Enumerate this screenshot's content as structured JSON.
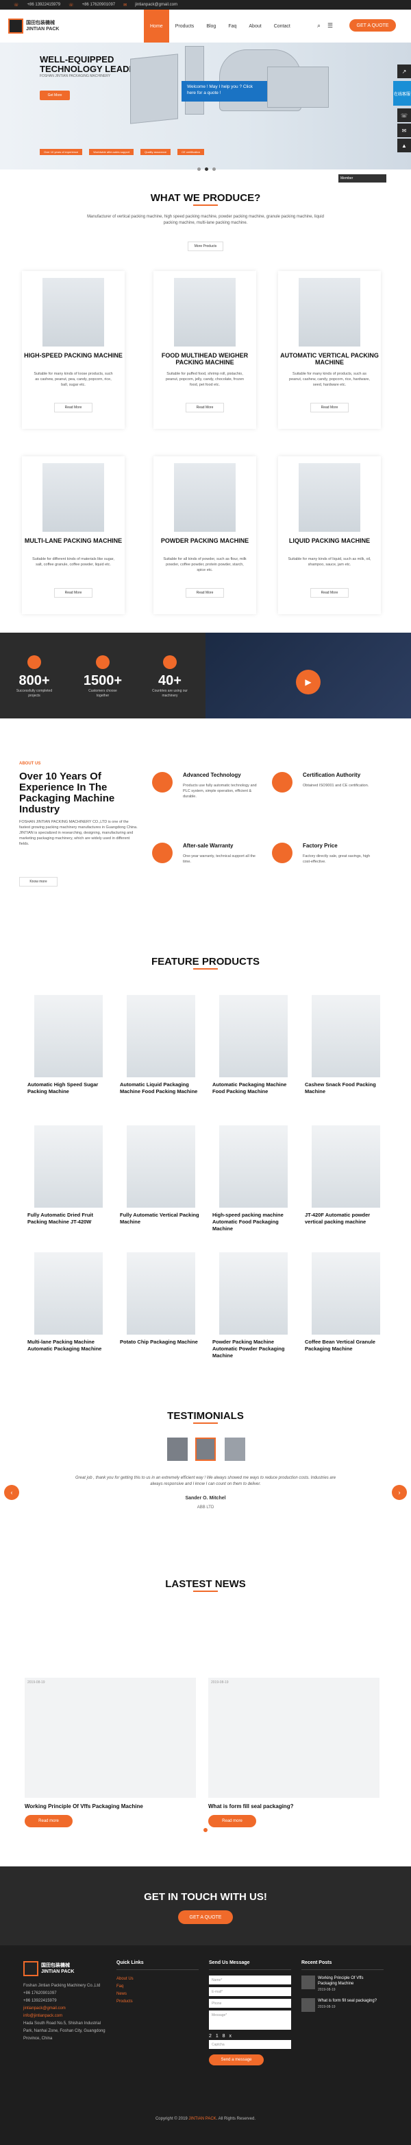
{
  "topbar": {
    "phone1": "+86 13922415979",
    "phone2": "+86 17620901097",
    "email": "jintianpack@gmail.com"
  },
  "header": {
    "logo_cn": "国田包装機械",
    "logo_en": "JINTIAN PACK",
    "quote": "GET A QUOTE",
    "nav": [
      {
        "label": "Home"
      },
      {
        "label": "Products"
      },
      {
        "label": "Blog"
      },
      {
        "label": "Faq"
      },
      {
        "label": "About"
      },
      {
        "label": "Contact"
      }
    ]
  },
  "hero": {
    "title": "WELL-EQUIPPED TECHNOLOGY LEADER",
    "sub": "FOSHAN JINTIAN PACKAGING MACHINERY",
    "button": "Get More",
    "strip": [
      "Over 10 years of experience",
      "Worldwide after-sales support",
      "Quality assurance",
      "CE certification"
    ]
  },
  "chat": {
    "text": "Welcome ! May I help you ? Click here for a quote !"
  },
  "online": {
    "label": "在线客服"
  },
  "sideTab": {
    "label": "Member"
  },
  "produce": {
    "title": "WHAT WE PRODUCE?",
    "intro": "Manufacturer of vertical packing machine, high speed packing machine, powder packing machine, granule packing machine, liquid packing machine, multi-lane packing machine.",
    "more": "More Products",
    "cards": [
      {
        "title": "HIGH-SPEED PACKING MACHINE",
        "desc": "Suitable for many kinds of loose products, such as cashew, peanut, pea, candy, popcorn, rice, ball, sugar etc.",
        "more": "Read More"
      },
      {
        "title": "FOOD MULTIHEAD WEIGHER PACKING MACHINE",
        "desc": "Suitable for puffed food, shrimp roll, pistachio, peanut, popcorn, jelly, candy, chocolate, frozen food, pet food etc.",
        "more": "Read More"
      },
      {
        "title": "AUTOMATIC VERTICAL PACKING MACHINE",
        "desc": "Suitable for many kinds of products, such as peanut, cashew, candy, popcorn, rice, hardware, seed, hardware etc.",
        "more": "Read More"
      },
      {
        "title": "MULTI-LANE PACKING MACHINE",
        "desc": "Suitable for different kinds of materials like sugar, salt, coffee granule, coffee powder, liquid etc.",
        "more": "Read More"
      },
      {
        "title": "POWDER PACKING MACHINE",
        "desc": "Suitable for all kinds of powder, such as flour, milk powder, coffee powder, protein powder, starch, spice etc.",
        "more": "Read More"
      },
      {
        "title": "LIQUID PACKING MACHINE",
        "desc": "Suitable for many kinds of liquid, such as milk, oil, shampoo, sauce, jam etc.",
        "more": "Read More"
      }
    ]
  },
  "stats": [
    {
      "num": "800+",
      "label": "Successfully completed projects"
    },
    {
      "num": "1500+",
      "label": "Customers choose together"
    },
    {
      "num": "40+",
      "label": "Countries are using our machinery"
    }
  ],
  "about": {
    "tag": "ABOUT US",
    "title": "Over 10 Years Of Experience In The Packaging Machine Industry",
    "text": "FOSHAN JINTIAN PACKING MACHINERY CO.,LTD is one of the fastest growing packing machinery manufactures in Guangdong China. JINTIAN is specialized in researching, designing, manufacturing and marketing packaging machinery, which are widely used in different fields.",
    "more": "Know more",
    "features": [
      {
        "title": "Advanced Technology",
        "desc": "Products use fully automatic technology and PLC system, simple operation, efficient & durable."
      },
      {
        "title": "Certification Authority",
        "desc": "Obtained ISO9001 and CE certification."
      },
      {
        "title": "After-sale Warranty",
        "desc": "One-year warranty, technical support all the time."
      },
      {
        "title": "Factory Price",
        "desc": "Factory directly sale, great savings, high cost-effective."
      }
    ]
  },
  "featured": {
    "title": "FEATURE PRODUCTS",
    "items": [
      "Automatic High Speed Sugar Packing Machine",
      "Automatic Liquid Packaging Machine Food Packing Machine",
      "Automatic Packaging Machine Food Packing Machine",
      "Cashew Snack Food Packing Machine",
      "Fully Automatic Dried Fruit Packing Machine JT-420W",
      "Fully Automatic Vertical Packing Machine",
      "High-speed packing machine Automatic Food Packaging Machine",
      "JT-420F Automatic powder vertical packing machine",
      "Multi-lane Packing Machine Automatic Packaging Machine",
      "Potato Chip Packaging Machine",
      "Powder Packing Machine Automatic Powder Packaging Machine",
      "Coffee Bean Vertical Granule Packaging Machine"
    ]
  },
  "testimonials": {
    "title": "TESTIMONIALS",
    "quote": "Great job , thank you for getting this to us in an extremely efficient way ! We always showed me ways to reduce production costs. Industries are always responsive and I know I can count on them to deliver.",
    "name": "Sander O. Mitchel",
    "role": "ABB LTD"
  },
  "news": {
    "title": "LASTEST NEWS",
    "items": [
      {
        "date": "2019-08-19",
        "title": "Working Principle Of Vffs Packaging Machine",
        "btn": "Read more"
      },
      {
        "date": "2019-08-19",
        "title": "What is form fill seal packaging?",
        "btn": "Read more"
      }
    ]
  },
  "cta": {
    "title": "GET IN TOUCH WITH US!",
    "button": "GET A QUOTE"
  },
  "footer": {
    "company": "Foshan Jintian Packing Machinery Co.,Ltd",
    "phone1": "+86 17620901097",
    "phone2": "+86 13922415979",
    "email1": "jintianpack@gmail.com",
    "email2": "info@jintianpack.com",
    "address": "Hada South Road No.5, Shishan Industrial Park, Nanhai Zone, Foshan City, Guangdong Province, China",
    "links_title": "Quick Links",
    "links": [
      "About Us",
      "Faq",
      "News",
      "Products"
    ],
    "msg_title": "Send Us Message",
    "placeholders": [
      "Name*",
      "E-mail*",
      "Phone",
      "Message*",
      "Captcha"
    ],
    "captcha": "2 1 8 x",
    "send": "Send a message",
    "posts_title": "Recent Posts",
    "posts": [
      {
        "t": "Working Principle Of Vffs Packaging Machine",
        "d": "2019-08-19"
      },
      {
        "t": "What is form fill seal packaging?",
        "d": "2019-08-19"
      }
    ],
    "copyright_a": "Copyright © 2019",
    "copyright_b": "JINTIAN PACK",
    "copyright_c": ". All Rights Reserved."
  },
  "colors": {
    "accent": "#f06a2a",
    "dark": "#2a2a2a"
  }
}
